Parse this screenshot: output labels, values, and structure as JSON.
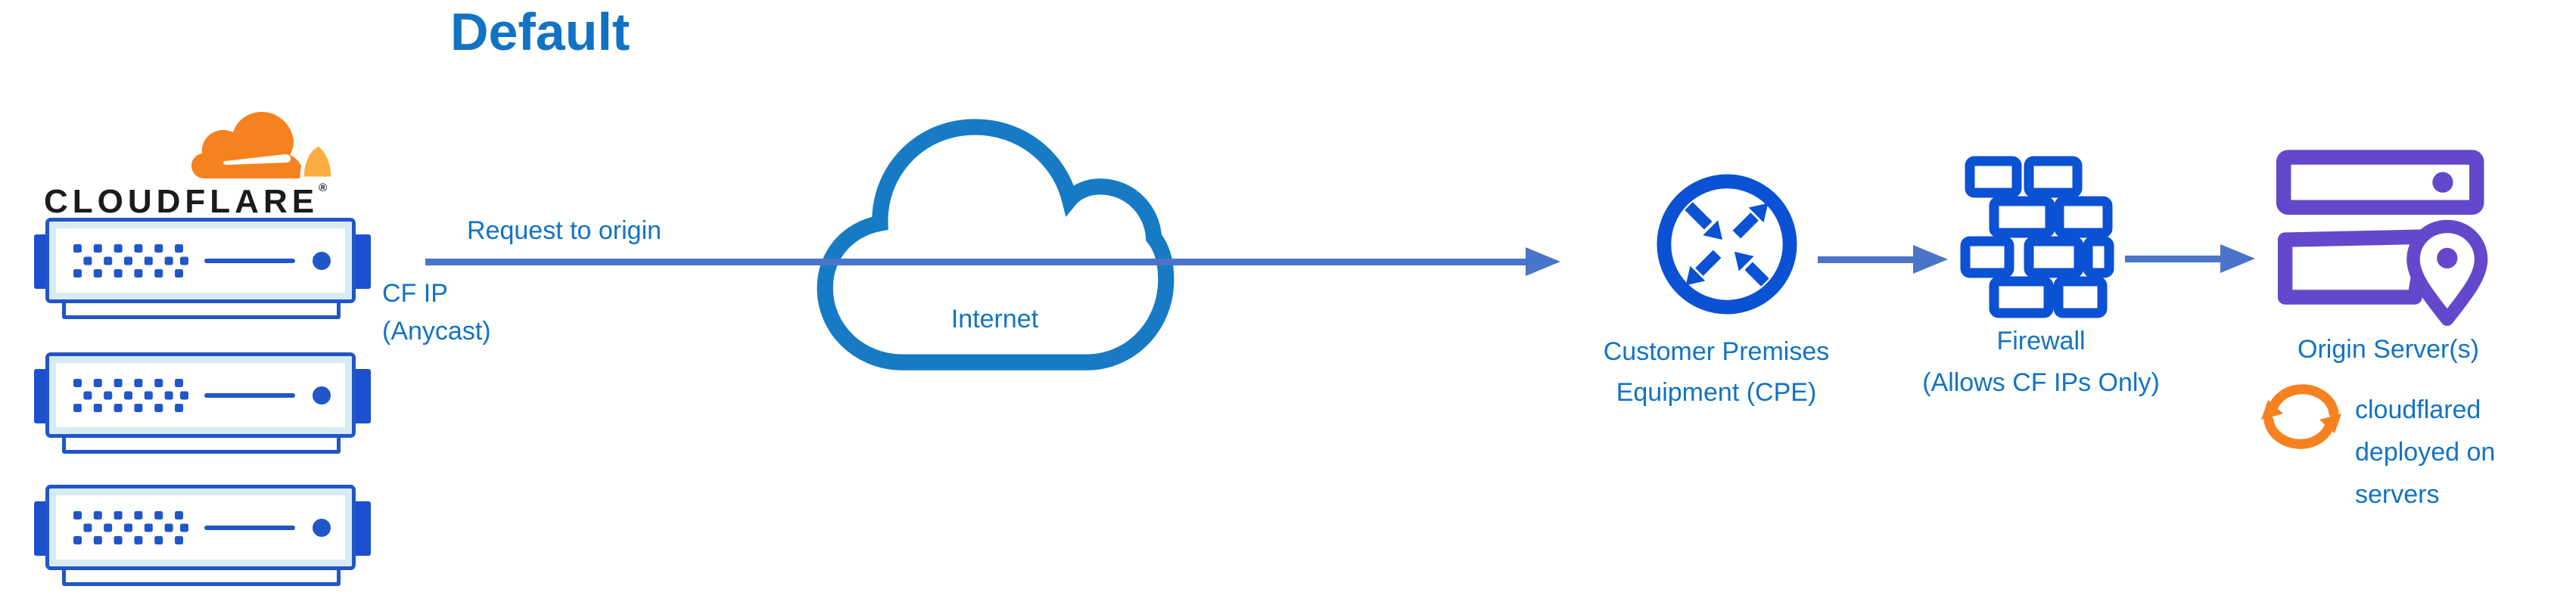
{
  "diagram": {
    "title": "Default"
  },
  "cloudflare": {
    "wordmark": "CLOUDFLARE",
    "registered_symbol": "®",
    "server_count": 3
  },
  "flow": {
    "request_label": "Request to origin",
    "cf_ip_line1": "CF IP",
    "cf_ip_line2": "(Anycast)"
  },
  "internet": {
    "label": "Internet"
  },
  "cpe": {
    "label_line1": "Customer Premises",
    "label_line2": "Equipment (CPE)"
  },
  "firewall": {
    "label_line1": "Firewall",
    "label_line2": "(Allows CF IPs Only)"
  },
  "origin": {
    "label": "Origin Server(s)",
    "note_line1": "cloudflared",
    "note_line2": "deployed on",
    "note_line3": "servers"
  },
  "icons": {
    "cloudflare_logo": "cloudflare-cloud-logo",
    "edge_servers": "server-rack-icon",
    "internet": "cloud-outline-icon",
    "cpe": "router-arrows-icon",
    "firewall": "brick-wall-icon",
    "origin_servers": "server-stack-location-pin-icon",
    "cloudflared": "sync-arrows-icon"
  },
  "colors": {
    "label_blue": "#1273C4",
    "connector_blue": "#4A74C9",
    "icon_blue": "#0B51D4",
    "cloud_outline_blue": "#167BC4",
    "server_border_blue": "#2156C8",
    "server_tab_blue": "#1C4FD0",
    "server_fill_light": "#D8EBF2",
    "origin_purple": "#6448CB",
    "cloudflare_orange": "#F6821F",
    "cloudflare_orange_light": "#FBAD41",
    "wordmark_black": "#1B1B1B"
  }
}
